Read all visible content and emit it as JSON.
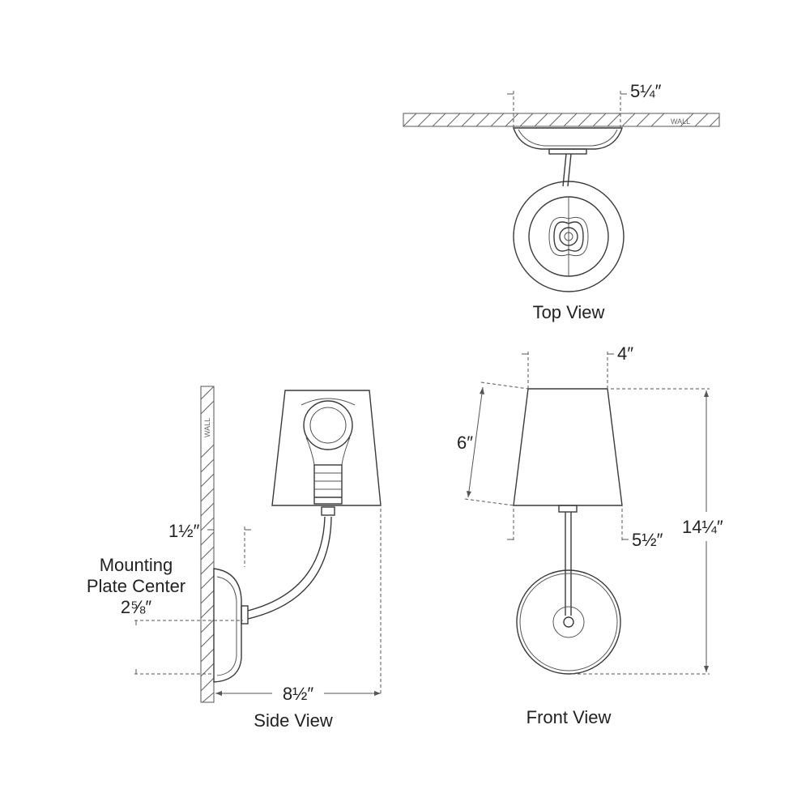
{
  "views": {
    "top": "Top View",
    "side": "Side View",
    "front": "Front View"
  },
  "wall_label": "WALL",
  "dimensions": {
    "top_width": "5¼″",
    "shade_top_width": "4″",
    "shade_height": "6″",
    "shade_bottom_width": "5½″",
    "overall_height": "14¼″",
    "wall_offset": "1½″",
    "mounting_label_line1": "Mounting",
    "mounting_label_line2": "Plate Center",
    "mounting_center": "2⅝″",
    "extension": "8½″"
  },
  "colors": {
    "line": "#3a3a3a",
    "background": "#ffffff"
  }
}
